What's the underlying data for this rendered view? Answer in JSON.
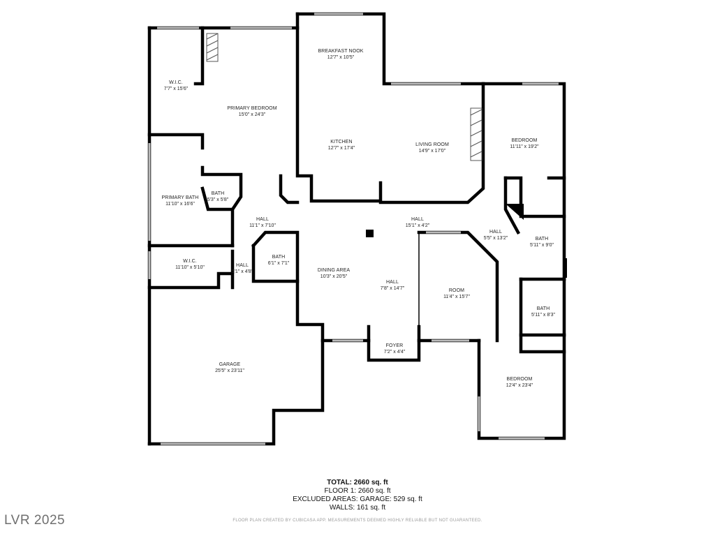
{
  "rooms": [
    {
      "name": "BREAKFAST NOOK",
      "dims": "12'7\" x 10'5\""
    },
    {
      "name": "W.I.C.",
      "dims": "7'7\" x 15'6\""
    },
    {
      "name": "PRIMARY BEDROOM",
      "dims": "15'0\" x 24'3\""
    },
    {
      "name": "KITCHEN",
      "dims": "12'7\" x 17'4\""
    },
    {
      "name": "LIVING ROOM",
      "dims": "14'9\" x 17'0\""
    },
    {
      "name": "BEDROOM",
      "dims": "11'11\" x 19'2\""
    },
    {
      "name": "BATH",
      "dims": "5'3\" x 5'8\""
    },
    {
      "name": "PRIMARY BATH",
      "dims": "11'10\" x 16'6\""
    },
    {
      "name": "HALL",
      "dims": "11'1\" x 7'10\""
    },
    {
      "name": "HALL",
      "dims": "15'1\" x 4'2\""
    },
    {
      "name": "HALL",
      "dims": "5'5\" x 13'2\""
    },
    {
      "name": "BATH",
      "dims": "5'11\" x 9'0\""
    },
    {
      "name": "W.I.C.",
      "dims": "11'10\" x 5'10\""
    },
    {
      "name": "HALL",
      "dims": "5'1\" x 4'8\""
    },
    {
      "name": "BATH",
      "dims": "6'1\" x 7'1\""
    },
    {
      "name": "DINING AREA",
      "dims": "10'3\" x 20'5\""
    },
    {
      "name": "HALL",
      "dims": "7'8\" x 14'7\""
    },
    {
      "name": "ROOM",
      "dims": "11'4\" x 15'7\""
    },
    {
      "name": "BATH",
      "dims": "5'11\" x 8'3\""
    },
    {
      "name": "FOYER",
      "dims": "7'2\" x 4'4\""
    },
    {
      "name": "GARAGE",
      "dims": "25'5\" x 23'11\""
    },
    {
      "name": "BEDROOM",
      "dims": "12'4\" x 23'4\""
    }
  ],
  "summary": {
    "total": "TOTAL: 2660 sq. ft",
    "floor": "FLOOR 1: 2660 sq. ft",
    "excluded": "EXCLUDED AREAS: GARAGE: 529 sq. ft",
    "walls": "WALLS: 161 sq. ft"
  },
  "disclaimer": "FLOOR PLAN CREATED BY CUBICASA APP. MEASUREMENTS DEEMED HIGHLY RELIABLE BUT NOT GUARANTEED.",
  "watermark": "LVR 2025",
  "colors": {
    "wall": "#000000",
    "window": "#bdbdbd",
    "label": "#222222",
    "disclaimer": "#9a9a9a",
    "watermark": "#6f6f6f"
  }
}
